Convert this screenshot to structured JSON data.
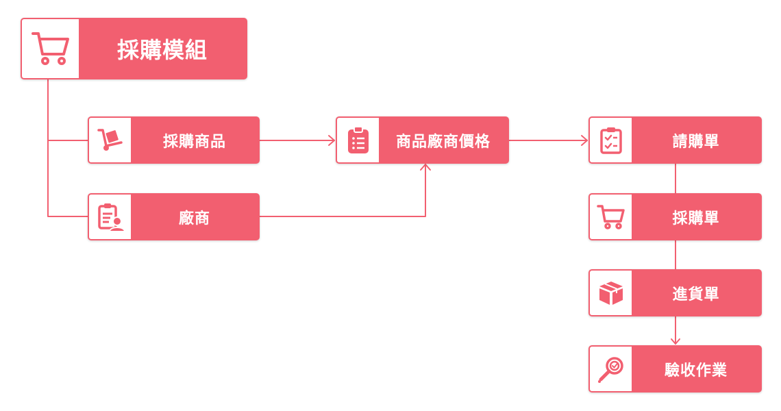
{
  "theme": {
    "accent": "#f25f70",
    "background": "#ffffff",
    "text_on_accent": "#ffffff"
  },
  "nodes": {
    "root": {
      "label": "採購模組",
      "icon": "shopping-cart-icon"
    },
    "product": {
      "label": "採購商品",
      "icon": "hand-truck-icon"
    },
    "vendor": {
      "label": "廠商",
      "icon": "clipboard-person-icon"
    },
    "vendor_price": {
      "label": "商品廠商價格",
      "icon": "clipboard-list-icon"
    },
    "requisition": {
      "label": "請購單",
      "icon": "clipboard-check-icon"
    },
    "purchase_order": {
      "label": "採購單",
      "icon": "shopping-cart-icon"
    },
    "receipt": {
      "label": "進貨單",
      "icon": "package-box-icon"
    },
    "inspection": {
      "label": "驗收作業",
      "icon": "magnifier-check-icon"
    }
  }
}
